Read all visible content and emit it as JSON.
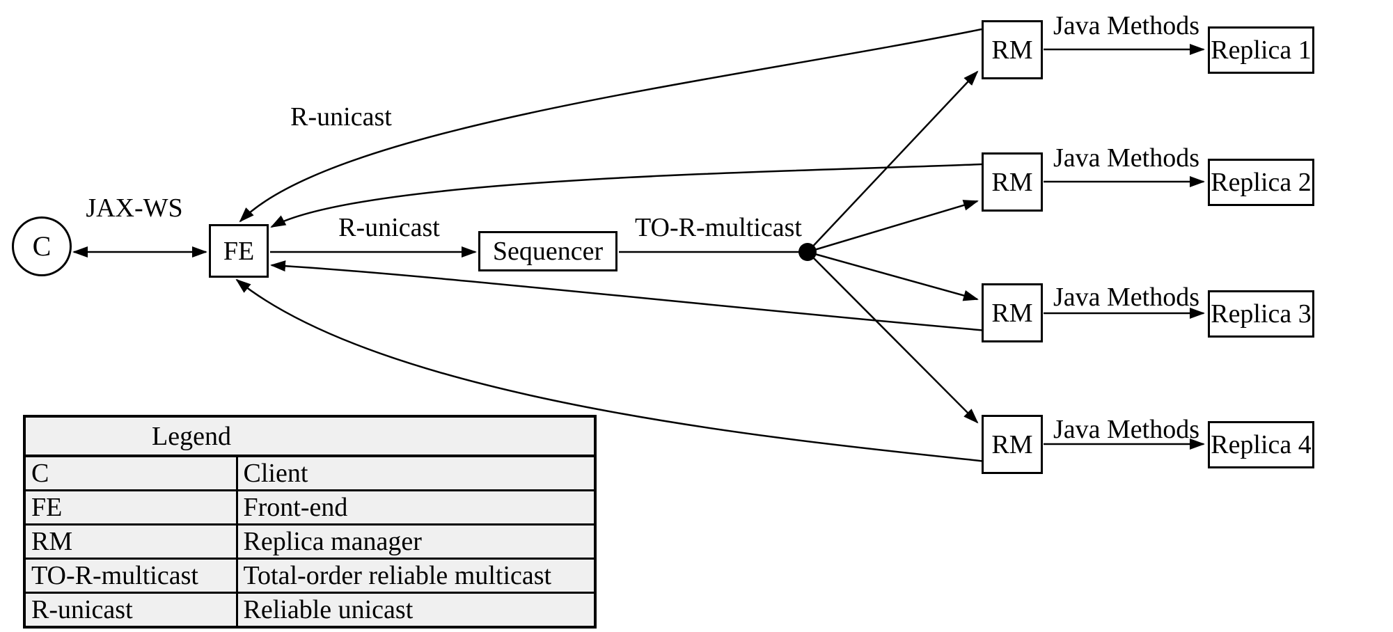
{
  "diagram": {
    "nodes": {
      "client": {
        "label": "C"
      },
      "front_end": {
        "label": "FE"
      },
      "sequencer": {
        "label": "Sequencer"
      },
      "rm_rows": [
        {
          "rm_label": "RM",
          "replica_label": "Replica 1",
          "edge_label": "Java Methods"
        },
        {
          "rm_label": "RM",
          "replica_label": "Replica 2",
          "edge_label": "Java Methods"
        },
        {
          "rm_label": "RM",
          "replica_label": "Replica 3",
          "edge_label": "Java Methods"
        },
        {
          "rm_label": "RM",
          "replica_label": "Replica 4",
          "edge_label": "Java Methods"
        }
      ]
    },
    "edge_labels": {
      "client_fe": "JAX-WS",
      "fe_sequencer": "R-unicast",
      "rm_fe_return": "R-unicast",
      "sequencer_multicast": "TO-R-multicast"
    }
  },
  "legend": {
    "title": "Legend",
    "rows": [
      {
        "key": "C",
        "value": "Client"
      },
      {
        "key": "FE",
        "value": "Front-end"
      },
      {
        "key": "RM",
        "value": "Replica manager"
      },
      {
        "key": "TO-R-multicast",
        "value": "Total-order reliable multicast"
      },
      {
        "key": "R-unicast",
        "value": "Reliable unicast"
      }
    ]
  },
  "colors": {
    "ink": "#000000",
    "table_bg": "#f0f0f0",
    "background": "#ffffff"
  }
}
